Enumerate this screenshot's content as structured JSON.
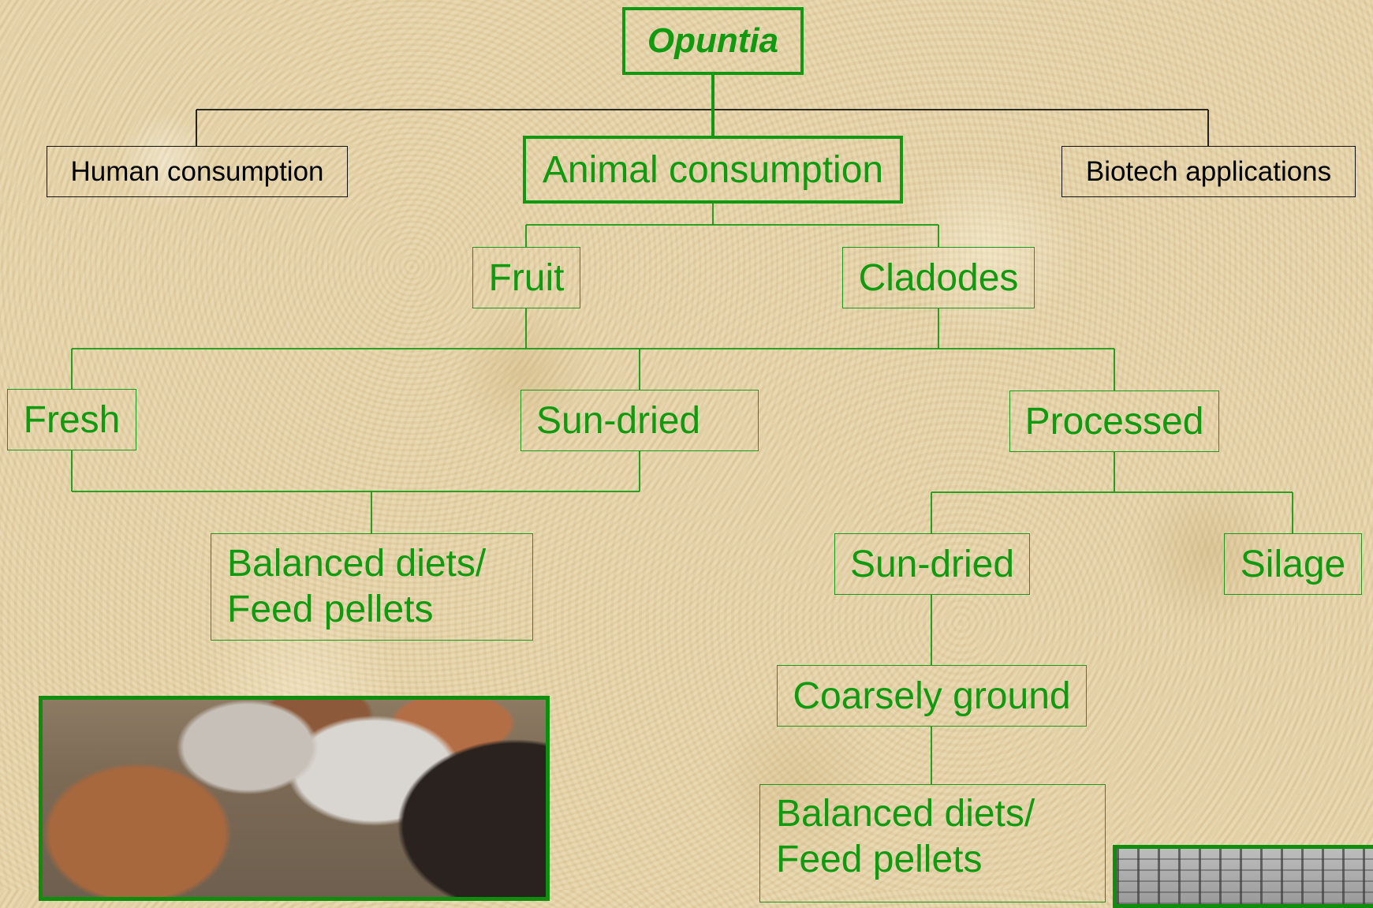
{
  "root": {
    "label": "Opuntia"
  },
  "level1": {
    "human": "Human consumption",
    "animal": "Animal consumption",
    "biotech": "Biotech applications"
  },
  "level2": {
    "fruit": "Fruit",
    "cladodes": "Cladodes"
  },
  "level3": {
    "fresh": "Fresh",
    "sun_dried": "Sun-dried",
    "processed": "Processed"
  },
  "fruit_products": {
    "balanced_line1": "Balanced diets/",
    "balanced_line2": "Feed pellets"
  },
  "processed_branch": {
    "sun_dried": "Sun-dried",
    "silage": "Silage",
    "coarsely_ground": "Coarsely ground",
    "balanced_line1": "Balanced diets/",
    "balanced_line2": "Feed pellets"
  },
  "colors": {
    "node_green": "#0f9a0f",
    "border_green": "#119a11",
    "background": "#e6d3a8"
  },
  "photos": {
    "left": "cattle feeding photo",
    "right": "barn structure photo"
  }
}
